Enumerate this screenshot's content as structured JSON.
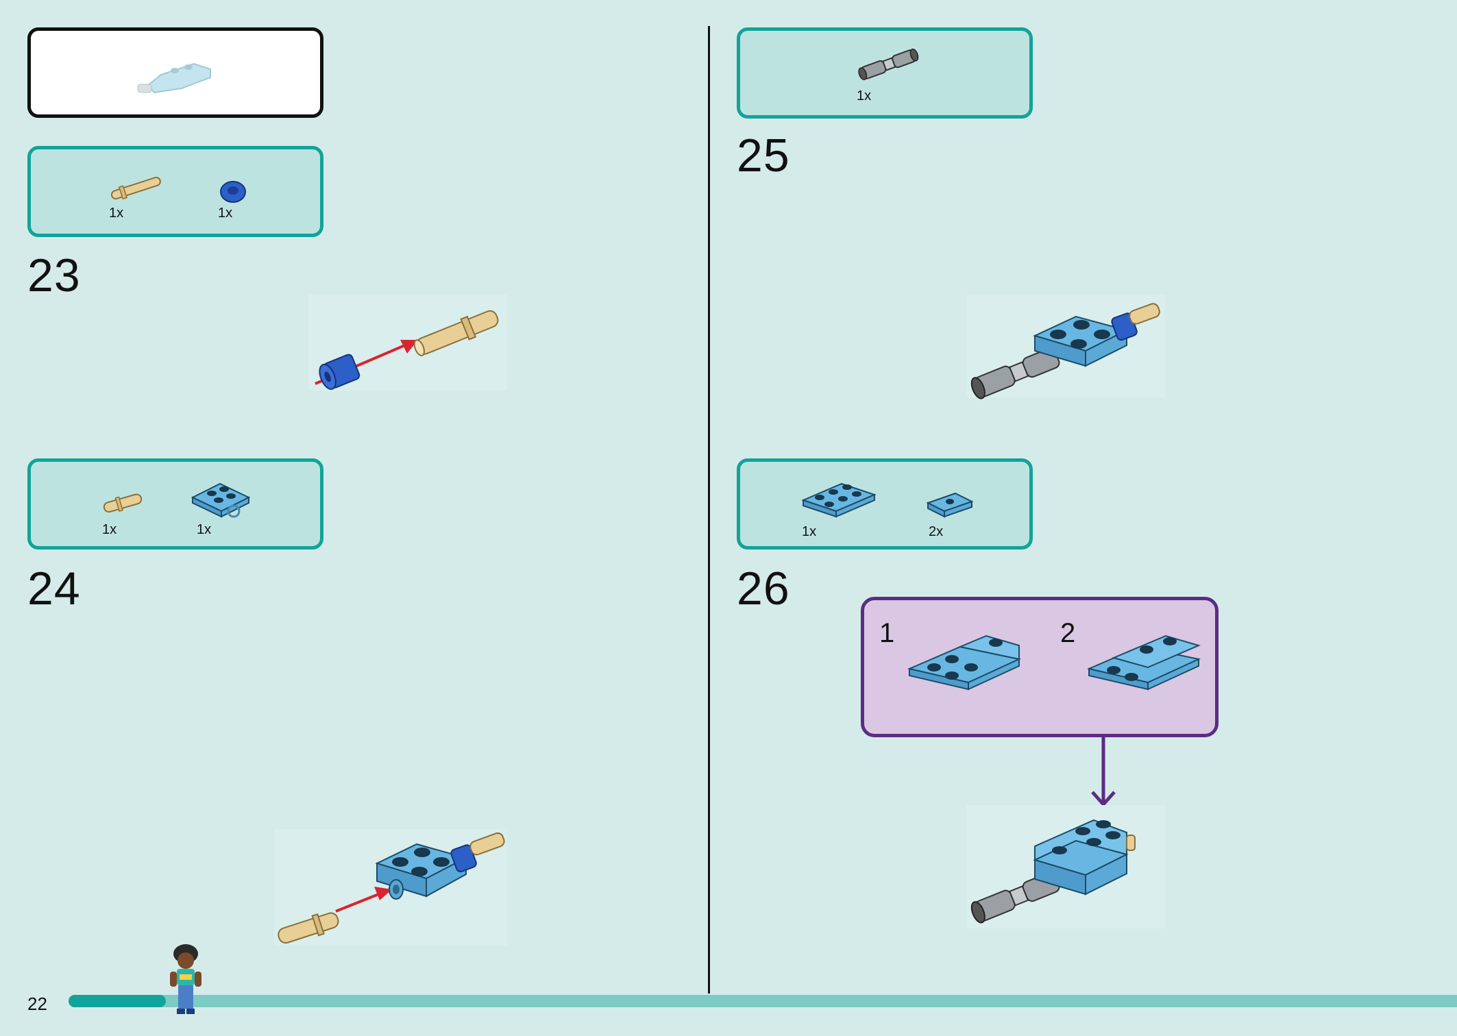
{
  "page": {
    "number": "22",
    "progress": 0.07
  },
  "colors": {
    "background": "#d5ebe9",
    "part_box_border": "#12a39a",
    "part_box_fill": "#bde3e1",
    "sub_box_border": "#5b2d82",
    "sub_box_fill": "#d9c7e3",
    "arrow": "#d6262f"
  },
  "preview": {
    "icon": "finished-model-icon"
  },
  "steps": [
    {
      "number": "23",
      "parts": [
        {
          "qty": "1x",
          "icon": "tan-axle-pin-icon"
        },
        {
          "qty": "1x",
          "icon": "blue-bush-icon"
        }
      ]
    },
    {
      "number": "24",
      "parts": [
        {
          "qty": "1x",
          "icon": "tan-pin-icon"
        },
        {
          "qty": "1x",
          "icon": "azure-plate-with-hole-icon"
        }
      ]
    },
    {
      "number": "25",
      "parts": [
        {
          "qty": "1x",
          "icon": "grey-universal-joint-icon"
        }
      ]
    },
    {
      "number": "26",
      "parts": [
        {
          "qty": "1x",
          "icon": "azure-plate-2x3-icon"
        },
        {
          "qty": "2x",
          "icon": "azure-plate-1x2-icon"
        }
      ],
      "substeps": [
        {
          "number": "1"
        },
        {
          "number": "2"
        }
      ]
    }
  ]
}
